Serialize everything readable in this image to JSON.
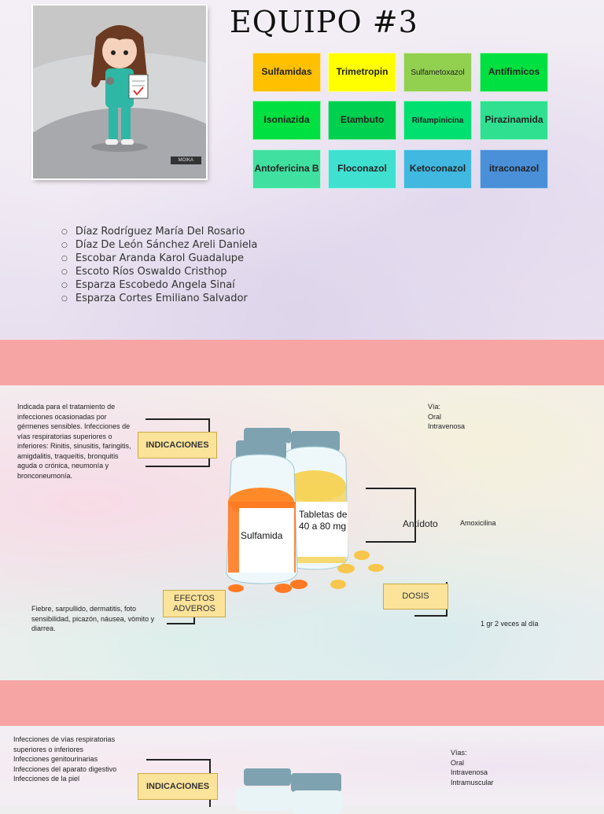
{
  "slide1": {
    "title": "EQUIPO #3",
    "photo_tag": "MOIKA",
    "drugs": [
      {
        "label": "Sulfamidas",
        "color": "#ffc000"
      },
      {
        "label": "Trimetropin",
        "color": "#ffff00"
      },
      {
        "label": "Sulfametoxazol",
        "color": "#92d050"
      },
      {
        "label": "Antífimicos",
        "color": "#00e040"
      },
      {
        "label": "Isoniazida",
        "color": "#00e040"
      },
      {
        "label": "Etambuto",
        "color": "#00d050"
      },
      {
        "label": "Rifampinicina",
        "color": "#00e070"
      },
      {
        "label": "Pirazinamida",
        "color": "#2fe090"
      },
      {
        "label": "Antofericina B",
        "color": "#40e0a0"
      },
      {
        "label": "Floconazol",
        "color": "#3fe0d0"
      },
      {
        "label": "Ketoconazol",
        "color": "#40b8e0"
      },
      {
        "label": "itraconazol",
        "color": "#4a90d8"
      }
    ],
    "members": [
      "Díaz Rodríguez María Del Rosario",
      "Díaz De León Sánchez Areli Daniela",
      "Escobar Aranda Karol Guadalupe",
      "Escoto Ríos Oswaldo Cristhop",
      "Esparza Escobedo Angela Sinaí",
      "Esparza Cortes Emiliano Salvador"
    ]
  },
  "slide2": {
    "indicaciones_text": "Indicada para el tratamiento de infecciones ocasionadas por gérmenes sensibles. Infecciones de vías respiratorias superiores o inferiores: Rinitis, sinusitis, faringitis, amigdalitis, traqueítis, bronquitis aguda o crónica, neumonía y bronconeumonía.",
    "indicaciones_label": "INDICACIONES",
    "via_title": "Vía:",
    "via_items": [
      "Oral",
      "Intravenosa"
    ],
    "bottle_label": "Sulfamida",
    "tabletas": "Tabletas de 40 a 80 mg",
    "antidoto_label": "Antídoto",
    "antidoto_value": "Amoxicilina",
    "efectos_label": "EFECTOS ADVEROS",
    "efectos_text": "Fiebre, sarpullido, dermatitis, foto sensibilidad, picazón, náusea, vómito y diarrea.",
    "dosis_label": "DOSIS",
    "dosis_value": "1 gr 2 veces al día"
  },
  "slide3": {
    "indicaciones_text_lines": [
      "Infecciones de vías respiratorias superiores o inferiores",
      "Infecciones genitourinarias",
      "Infecciones del aparato digestivo",
      "Infecciones de la piel"
    ],
    "indicaciones_label": "INDICACIONES",
    "vias_title": "Vías:",
    "vias_items": [
      "Oral",
      "Intravenosa",
      "Intramuscular"
    ]
  },
  "colors": {
    "band": "#f6a5a4",
    "box": "#fbe39a"
  }
}
